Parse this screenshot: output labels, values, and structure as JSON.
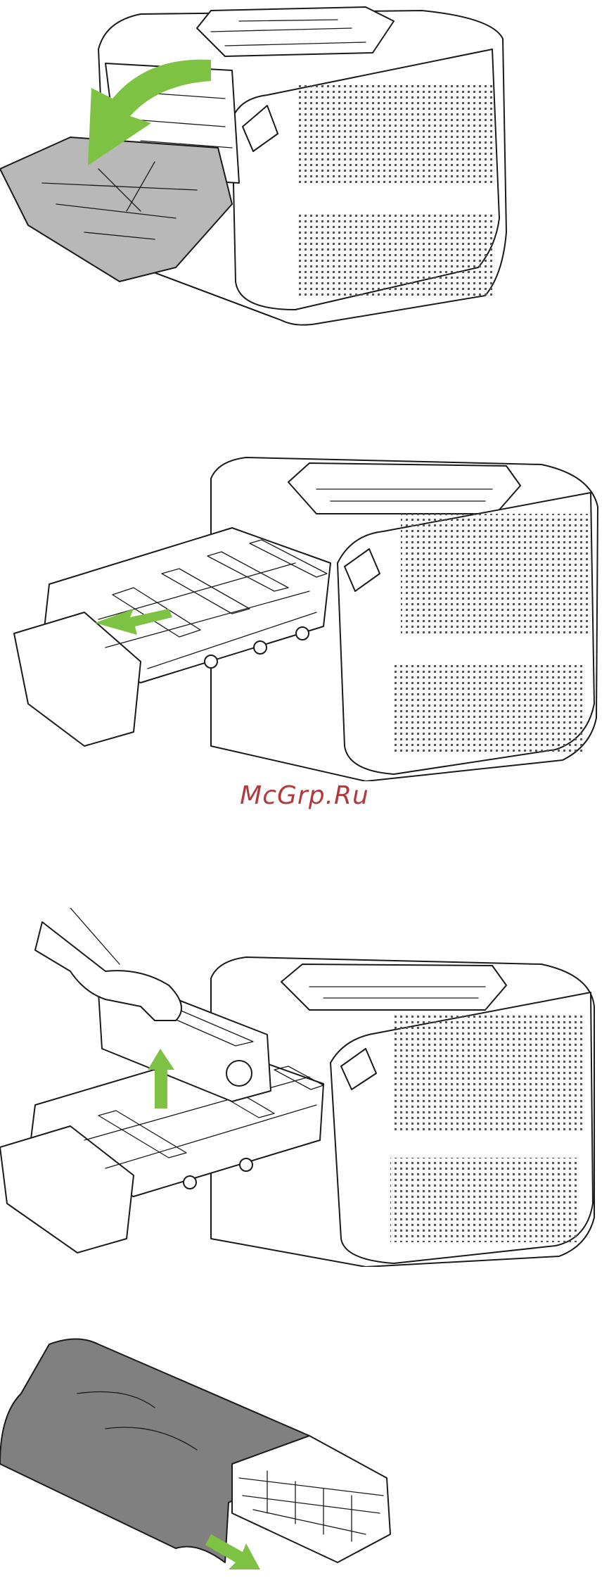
{
  "watermark": {
    "text": "McGrp.Ru"
  },
  "colors": {
    "arrow": "#7dc242",
    "toner_black": "#1a1a1a",
    "toner_cyan": "#1fb6e8",
    "toner_magenta": "#e6007e",
    "toner_yellow": "#ffe600",
    "toner_bag": "#808080",
    "watermark": "#b03a3e"
  },
  "steps": [
    {
      "name": "open-front-door",
      "arrow": "curved-down-left"
    },
    {
      "name": "pull-out-drawer",
      "arrow": "left"
    },
    {
      "name": "lift-old-cartridge",
      "arrow": "up"
    },
    {
      "name": "remove-from-bag",
      "arrow": "down-right"
    }
  ]
}
